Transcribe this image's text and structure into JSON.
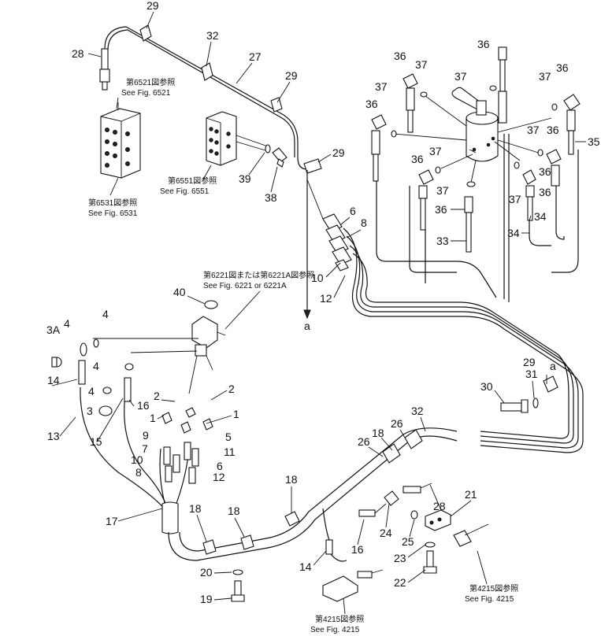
{
  "callouts": {
    "n3A": "3A",
    "n3": "3",
    "n4": "4",
    "n5": "5",
    "n6": "6",
    "n7": "7",
    "n8": "8",
    "n9": "9",
    "n10": "10",
    "n11": "11",
    "n12": "12",
    "n13": "13",
    "n14": "14",
    "n15": "15",
    "n16": "16",
    "n17": "17",
    "n18": "18",
    "n19": "19",
    "n1": "1",
    "n2": "2",
    "n20": "20",
    "n21": "21",
    "n22": "22",
    "n23": "23",
    "n24": "24",
    "n25": "25",
    "n26": "26",
    "n27": "27",
    "n28": "28",
    "n29": "29",
    "n30": "30",
    "n31": "31",
    "n32": "32",
    "n33": "33",
    "n34": "34",
    "n35": "35",
    "n36": "36",
    "n37": "37",
    "n38": "38",
    "n39": "39",
    "n40": "40",
    "a": "a"
  },
  "refs": {
    "fig6521_jp": "第6521図参照",
    "fig6521_en": "See Fig. 6521",
    "fig6531_jp": "第6531図参照",
    "fig6531_en": "See Fig. 6531",
    "fig6551_jp": "第6551図参照",
    "fig6551_en": "See Fig. 6551",
    "fig6221_jp": "第6221図または第6221A図参照",
    "fig6221_en": "See Fig. 6221 or 6221A",
    "fig4215a_jp": "第4215図参照",
    "fig4215a_en": "See Fig. 4215",
    "fig4215b_jp": "第4215図参照",
    "fig4215b_en": "See Fig. 4215"
  }
}
